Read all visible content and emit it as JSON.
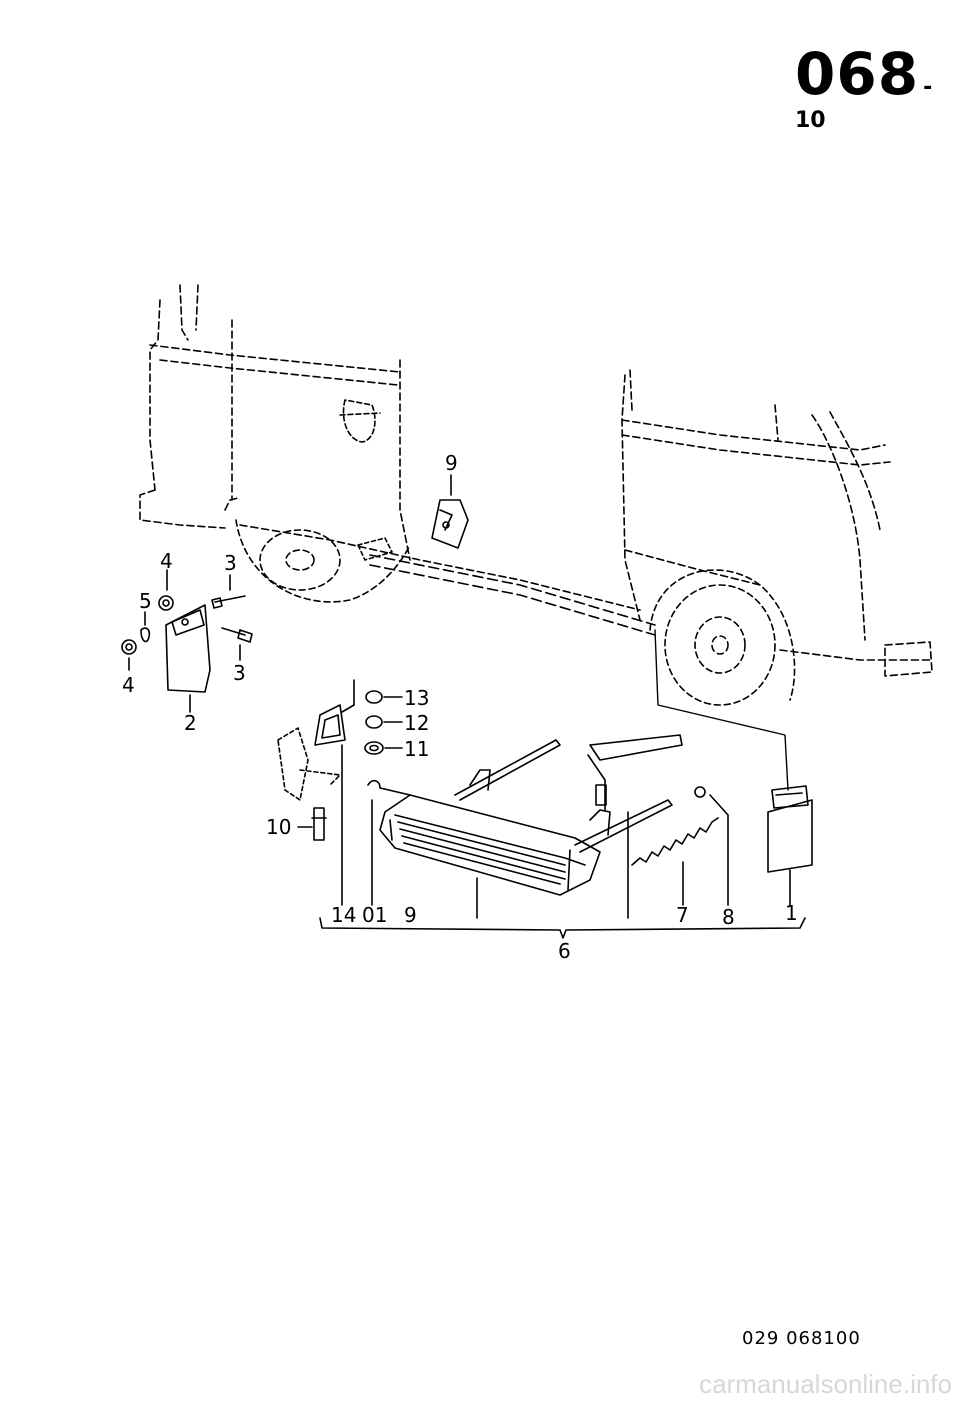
{
  "page_number": {
    "main": "068",
    "sub": "10"
  },
  "image_code": "029 068100",
  "watermark": "carmanualsonline.info",
  "callouts": {
    "c9_top": "9",
    "c4_a": "4",
    "c3_a": "3",
    "c5": "5",
    "c4_b": "4",
    "c3_b": "3",
    "c2": "2",
    "c13": "13",
    "c12": "12",
    "c11": "11",
    "c10": "10",
    "c14": "14",
    "c01": "01",
    "c9_bottom": "9",
    "c7": "7",
    "c8": "8",
    "c1": "1",
    "c6": "6"
  }
}
